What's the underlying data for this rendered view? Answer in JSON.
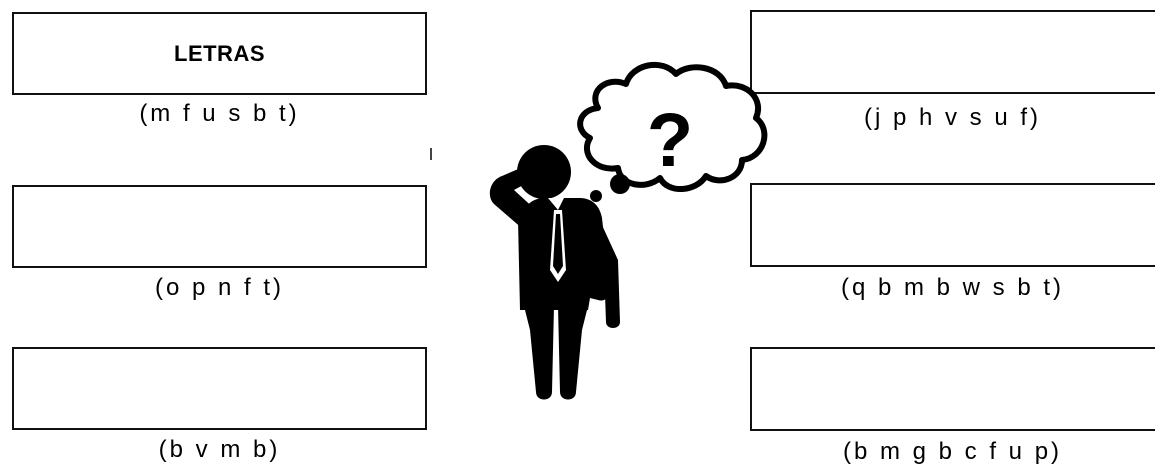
{
  "worksheet": {
    "left_column": [
      {
        "box_text": "LETRAS",
        "clue": "(m f u s b t)"
      },
      {
        "box_text": "",
        "clue": "(o p n f t)"
      },
      {
        "box_text": "",
        "clue": "(b v m b)"
      }
    ],
    "right_column": [
      {
        "box_text": "",
        "clue": "(j p h v s u f)"
      },
      {
        "box_text": "",
        "clue": "(q b m b w s b t)"
      },
      {
        "box_text": "",
        "clue": "(b m g b c f u p)"
      }
    ],
    "illustration": {
      "icon": "confused-person-thinking-icon",
      "bubble_text": "?"
    }
  }
}
